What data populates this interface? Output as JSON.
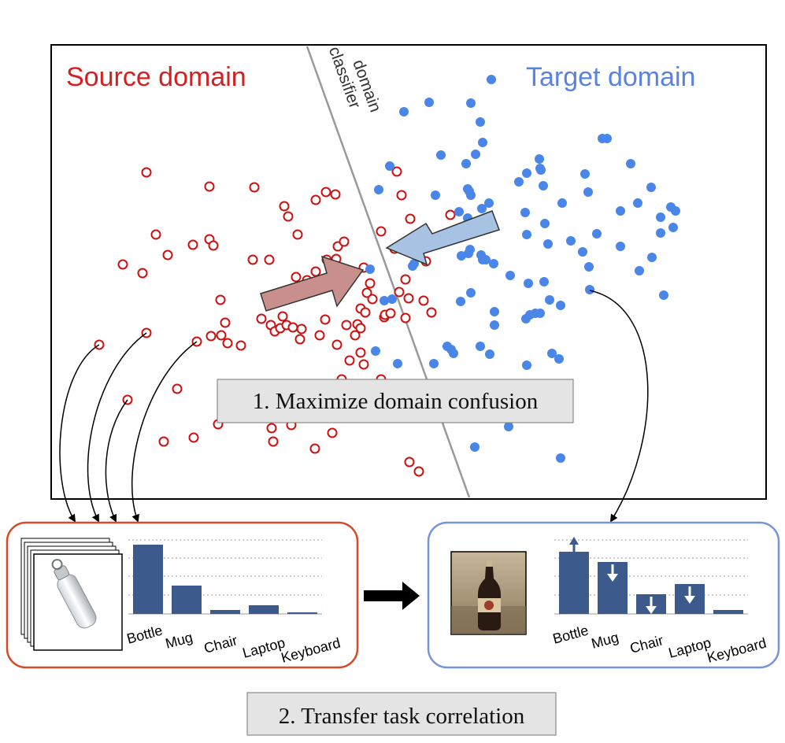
{
  "labels": {
    "source_domain": "Source domain",
    "target_domain": "Target domain",
    "classifier_line1": "domain",
    "classifier_line2": "classifier",
    "step1": "1. Maximize domain confusion",
    "step2": "2. Transfer task correlation"
  },
  "categories": [
    "Bottle",
    "Mug",
    "Chair",
    "Laptop",
    "Keyboard"
  ],
  "source_bars": [
    0.88,
    0.36,
    0.05,
    0.11,
    0.02
  ],
  "target_bars": [
    0.79,
    0.66,
    0.25,
    0.38,
    0.05
  ],
  "target_adjust": [
    "up",
    "down",
    "down",
    "down",
    "none"
  ],
  "colors": {
    "source": "#cc1111",
    "target": "#4a86e8",
    "source_label": "#d42020",
    "target_label": "#5b82e0",
    "bar": "#3c5a8c",
    "source_panel_border": "#d64a2a",
    "target_panel_border": "#7494dc",
    "to_target_arrow": "#c98f8c",
    "to_source_arrow": "#a7c2e3",
    "callout_fill": "#e4e4e4",
    "classifier_line": "#999999"
  },
  "icons": {
    "source_images": "water-bottle-photo-stack",
    "target_image": "soda-bottle-photo",
    "panel_arrow": "right-arrow-icon"
  }
}
